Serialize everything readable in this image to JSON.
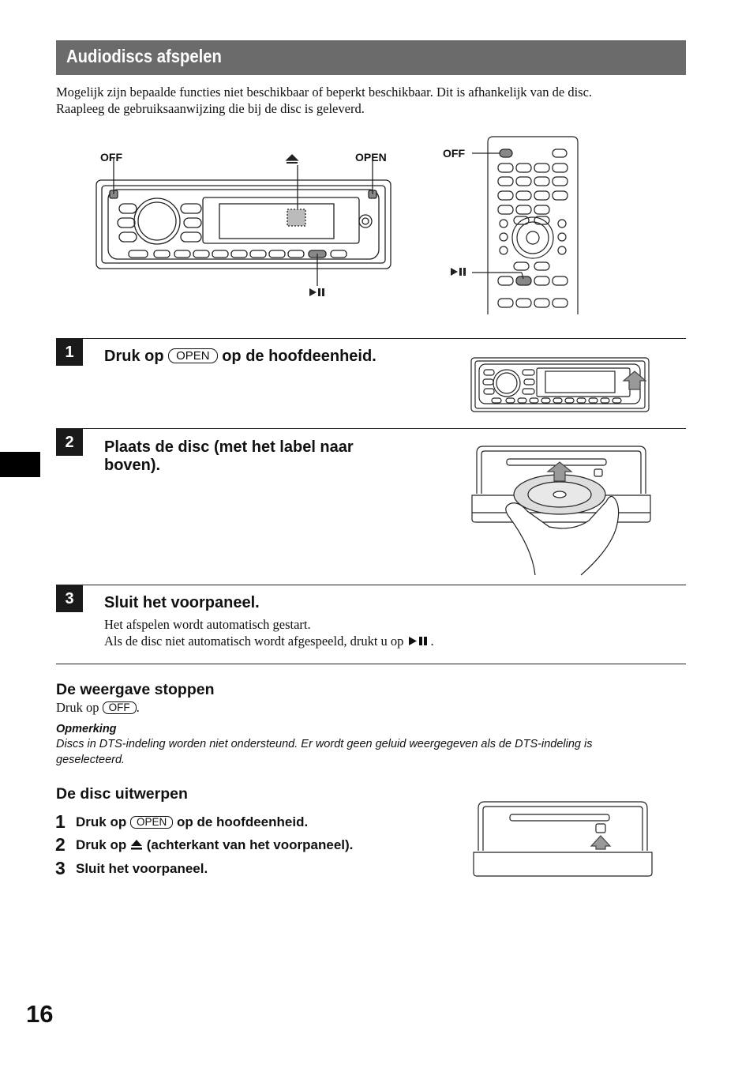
{
  "section": {
    "title": "Audiodiscs afspelen",
    "intro_line1": "Mogelijk zijn bepaalde functies niet beschikbaar of beperkt beschikbaar. Dit is afhankelijk van de disc.",
    "intro_line2": "Raapleeg de gebruiksaanwijzing die bij de disc is geleverd."
  },
  "diagram": {
    "unit_off_label": "OFF",
    "unit_open_label": "OPEN",
    "remote_off_label": "OFF",
    "icons": [
      "eject-icon",
      "play-pause-icon"
    ]
  },
  "steps": [
    {
      "number": "1",
      "title_prefix": "Druk op",
      "button": "OPEN",
      "title_suffix": "op de hoofdeenheid."
    },
    {
      "number": "2",
      "title_line1": "Plaats de disc (met het label naar",
      "title_line2": "boven)."
    },
    {
      "number": "3",
      "title": "Sluit het voorpaneel.",
      "line1": "Het afspelen wordt automatisch gestart.",
      "line2_prefix": "Als de disc niet automatisch wordt afgespeeld, drukt u op",
      "line2_suffix": "."
    }
  ],
  "stop": {
    "heading": "De weergave stoppen",
    "text_prefix": "Druk op",
    "button": "OFF",
    "text_suffix": "."
  },
  "note": {
    "heading": "Opmerking",
    "line1": "Discs in DTS-indeling worden niet ondersteund. Er wordt geen geluid weergegeven als de DTS-indeling is",
    "line2": "geselecteerd."
  },
  "eject": {
    "heading": "De disc uitwerpen",
    "steps": [
      {
        "number": "1",
        "prefix": "Druk op",
        "button": "OPEN",
        "suffix": "op de hoofdeenheid."
      },
      {
        "number": "2",
        "prefix": "Druk op",
        "suffix": "(achterkant van het voorpaneel)."
      },
      {
        "number": "3",
        "text": "Sluit het voorpaneel."
      }
    ]
  },
  "page_number": "16",
  "colors": {
    "title_bar": "#6b6b6b",
    "step_badge": "#1a1a1a",
    "side_tab": "#000000"
  }
}
